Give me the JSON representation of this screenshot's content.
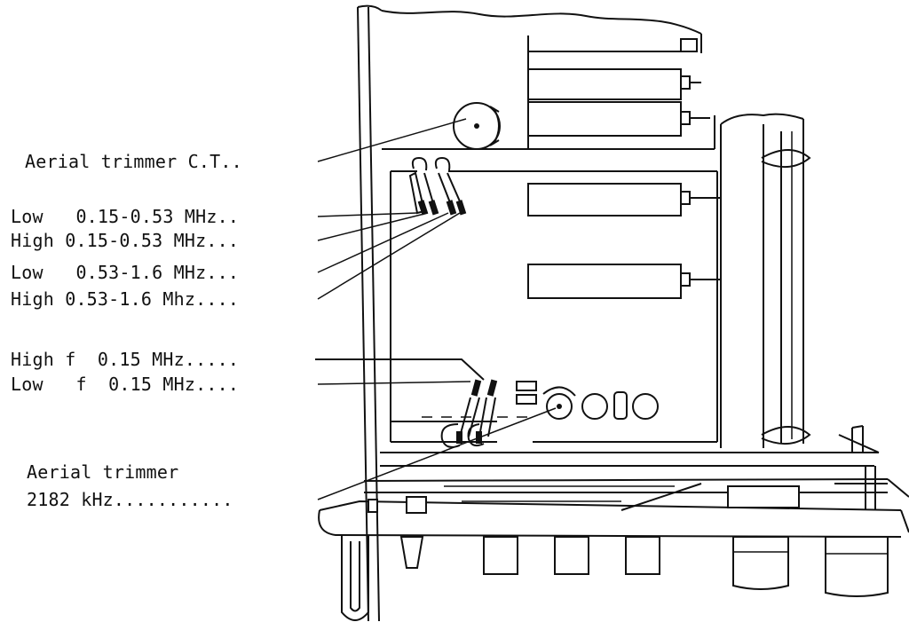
{
  "callouts": [
    {
      "id": "aerial-trimmer-ct",
      "text": "Aerial trimmer C.T.."
    },
    {
      "id": "low-015-053",
      "text": "Low   0.15-0.53 MHz.."
    },
    {
      "id": "high-015-053",
      "text": "High 0.15-0.53 MHz..."
    },
    {
      "id": "low-053-16",
      "text": "Low   0.53-1.6 MHz..."
    },
    {
      "id": "high-053-16",
      "text": "High 0.53-1.6 Mhz...."
    },
    {
      "id": "high-f-015",
      "text": "High f  0.15 MHz....."
    },
    {
      "id": "low-f-015",
      "text": "Low   f  0.15 MHz...."
    },
    {
      "id": "aerial-trimmer-2182-line1",
      "text": "Aerial trimmer"
    },
    {
      "id": "aerial-trimmer-2182-line2",
      "text": "2182 kHz..........."
    }
  ]
}
